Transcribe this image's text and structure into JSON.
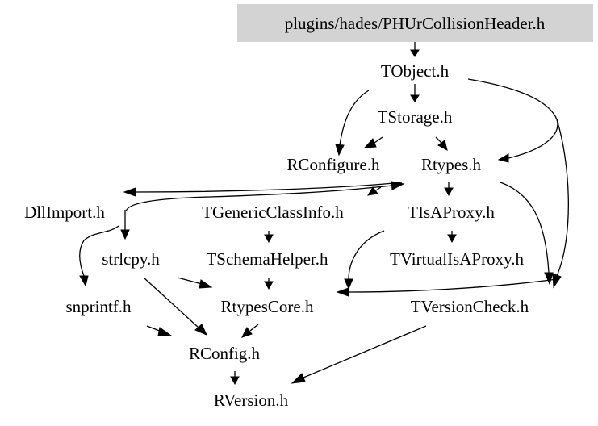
{
  "nodes": {
    "root": "plugins/hades/PHUrCollisionHeader.h",
    "tobject": "TObject.h",
    "tstorage": "TStorage.h",
    "rconfigure": "RConfigure.h",
    "rtypes": "Rtypes.h",
    "dllimport": "DllImport.h",
    "tgenericclassinfo": "TGenericClassInfo.h",
    "tisaproxy": "TIsAProxy.h",
    "strlcpy": "strlcpy.h",
    "tschemahelper": "TSchemaHelper.h",
    "tvirtualisaproxy": "TVirtualIsAProxy.h",
    "snprintf": "snprintf.h",
    "rtypescore": "RtypesCore.h",
    "tversioncheck": "TVersionCheck.h",
    "rconfig": "RConfig.h",
    "rversion": "RVersion.h"
  },
  "colors": {
    "root_fill": "#d3d3d3",
    "edge": "#000000",
    "text": "#000000"
  }
}
